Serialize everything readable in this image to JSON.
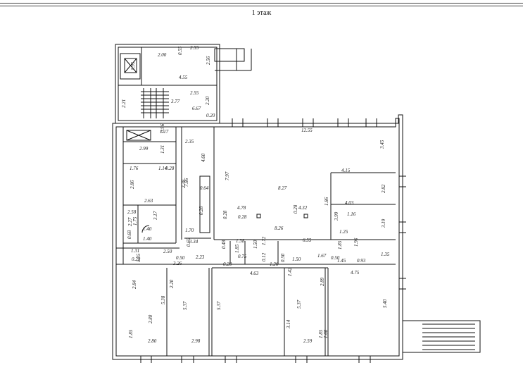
{
  "header": {
    "title": "1 этаж"
  },
  "dimensions": [
    {
      "t": "2.00"
    },
    {
      "t": "0.55"
    },
    {
      "t": "2.55"
    },
    {
      "t": "1.95"
    },
    {
      "t": "2.56"
    },
    {
      "t": "4.55"
    },
    {
      "t": "2.55"
    },
    {
      "t": "2.21"
    },
    {
      "t": "3.77"
    },
    {
      "t": "2.20"
    },
    {
      "t": "6.67"
    },
    {
      "t": "0.20"
    },
    {
      "t": "1.17"
    },
    {
      "t": "0.96"
    },
    {
      "t": "2.35"
    },
    {
      "t": "12.55"
    },
    {
      "t": "3.45"
    },
    {
      "t": "2.99"
    },
    {
      "t": "1.31"
    },
    {
      "t": "4.60"
    },
    {
      "t": "1.76"
    },
    {
      "t": "1.14"
    },
    {
      "t": "0.28"
    },
    {
      "t": "4.15"
    },
    {
      "t": "2.86"
    },
    {
      "t": "2.38"
    },
    {
      "t": "7.86"
    },
    {
      "t": "0.64"
    },
    {
      "t": "7.97"
    },
    {
      "t": "8.27"
    },
    {
      "t": "2.82"
    },
    {
      "t": "4.03"
    },
    {
      "t": "2.63"
    },
    {
      "t": "0.28"
    },
    {
      "t": "4.78"
    },
    {
      "t": "0.28"
    },
    {
      "t": "4.32"
    },
    {
      "t": "1.86"
    },
    {
      "t": "3.99"
    },
    {
      "t": "1.16"
    },
    {
      "t": "2.58"
    },
    {
      "t": "2.27"
    },
    {
      "t": "1.75"
    },
    {
      "t": "3.17"
    },
    {
      "t": "0.28"
    },
    {
      "t": "0.28"
    },
    {
      "t": "3.19"
    },
    {
      "t": "1.40"
    },
    {
      "t": "0.68"
    },
    {
      "t": "1.70"
    },
    {
      "t": "8.26"
    },
    {
      "t": "1.25"
    },
    {
      "t": "1.40"
    },
    {
      "t": "3.34"
    },
    {
      "t": "1.38"
    },
    {
      "t": "6.55"
    },
    {
      "t": "0.60"
    },
    {
      "t": "0.48"
    },
    {
      "t": "1.50"
    },
    {
      "t": "1.72"
    },
    {
      "t": "1.85"
    },
    {
      "t": "1.96"
    },
    {
      "t": "1.31"
    },
    {
      "t": "2.50"
    },
    {
      "t": "2.23"
    },
    {
      "t": "1.85"
    },
    {
      "t": "1.67"
    },
    {
      "t": "1.35"
    },
    {
      "t": "0.28"
    },
    {
      "t": "1.35"
    },
    {
      "t": "0.50"
    },
    {
      "t": "0.20"
    },
    {
      "t": "0.75"
    },
    {
      "t": "0.12"
    },
    {
      "t": "0.50"
    },
    {
      "t": "0.50"
    },
    {
      "t": "1.45"
    },
    {
      "t": "0.93"
    },
    {
      "t": "3.26"
    },
    {
      "t": "1.26"
    },
    {
      "t": "1.50"
    },
    {
      "t": "4.63"
    },
    {
      "t": "4.75"
    },
    {
      "t": "2.84"
    },
    {
      "t": "2.20"
    },
    {
      "t": "1.42"
    },
    {
      "t": "2.89"
    },
    {
      "t": "5.38"
    },
    {
      "t": "5.37"
    },
    {
      "t": "5.37"
    },
    {
      "t": "5.37"
    },
    {
      "t": "5.40"
    },
    {
      "t": "2.80"
    },
    {
      "t": "3.14"
    },
    {
      "t": "1.85"
    },
    {
      "t": "2.80"
    },
    {
      "t": "2.98"
    },
    {
      "t": "2.59"
    },
    {
      "t": "1.68"
    },
    {
      "t": "1.85"
    }
  ]
}
